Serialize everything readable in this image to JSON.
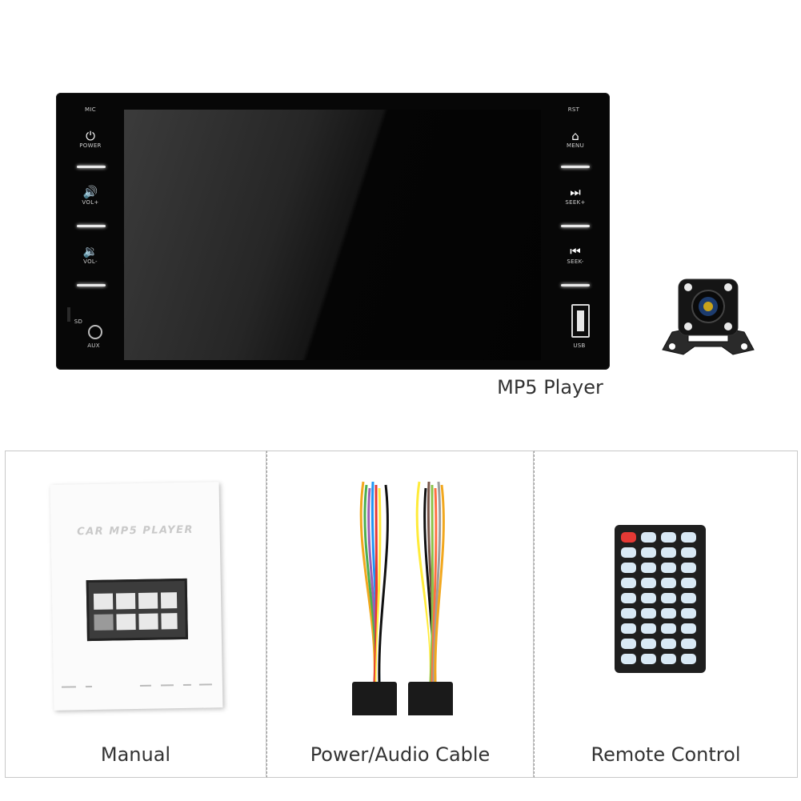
{
  "player": {
    "caption": "MP5 Player",
    "left_labels": {
      "mic": "MIC",
      "power": "POWER",
      "vol_up": "VOL+",
      "vol_down": "VOL-",
      "sd": "SD",
      "aux": "AUX"
    },
    "right_labels": {
      "rst": "RST",
      "menu": "MENU",
      "seek_up": "SEEK+",
      "seek_down": "SEEK-",
      "usb": "USB"
    },
    "icons": {
      "power": "power-icon",
      "vol_up": "speaker-icon",
      "vol_down": "speaker-icon",
      "menu": "home-icon",
      "seek_up": "next-track-icon",
      "seek_down": "previous-track-icon"
    }
  },
  "items": [
    {
      "caption": "Manual"
    },
    {
      "caption": "Power/Audio Cable"
    },
    {
      "caption": "Remote Control"
    }
  ],
  "manual": {
    "title": "CAR MP5 PLAYER"
  },
  "colors": {
    "wire_colors": [
      "#f2a81f",
      "#4caf50",
      "#9c5fb5",
      "#2196f3",
      "#e53935",
      "#ffeb3b",
      "#ffffff",
      "#111111",
      "#795548",
      "#8bc34a",
      "#ff7043",
      "#9e9e9e"
    ]
  }
}
